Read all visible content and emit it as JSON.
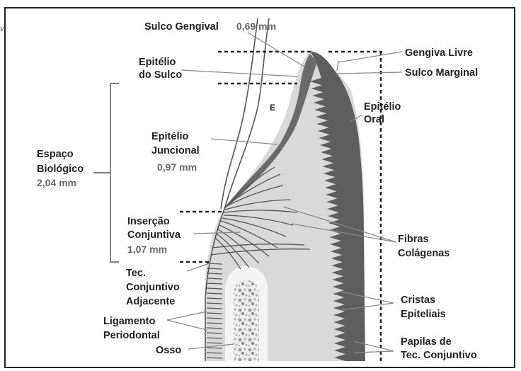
{
  "clipped_text": "v",
  "labels": {
    "sulco_gengival": "Sulco Gengival",
    "sulco_gengival_value": "0,69 mm",
    "epitelio_do_sulco_1": "Epitélio",
    "epitelio_do_sulco_2": "do Sulco",
    "gengiva_livre": "Gengiva Livre",
    "sulco_marginal": "Sulco Marginal",
    "e_marker": "E",
    "epitelio_oral_1": "Epitélio",
    "epitelio_oral_2": "Oral",
    "epitelio_juncional_1": "Epitélio",
    "epitelio_juncional_2": "Juncional",
    "epitelio_juncional_value": "0,97 mm",
    "espaco_biologico_1": "Espaço",
    "espaco_biologico_2": "Biológico",
    "espaco_biologico_value": "2,04 mm",
    "insercao_conjuntiva_1": "Inserção",
    "insercao_conjuntiva_2": "Conjuntiva",
    "insercao_conjuntiva_value": "1,07 mm",
    "fibras_colagenas_1": "Fibras",
    "fibras_colagenas_2": "Colágenas",
    "tec_conjuntivo_1": "Tec.",
    "tec_conjuntivo_2": "Conjuntivo",
    "tec_conjuntivo_3": "Adjacente",
    "cristas_epiteliais_1": "Cristas",
    "cristas_epiteliais_2": "Epiteliais",
    "ligamento_periodontal_1": "Ligamento",
    "ligamento_periodontal_2": "Periodontal",
    "osso": "Osso",
    "papilas_1": "Papilas de",
    "papilas_2": "Tec. Conjuntivo"
  },
  "colors": {
    "frame": "#222222",
    "connective_tissue": "#d9d9d9",
    "epithelium": "#5e5e5e",
    "bone": "#eeeeee",
    "label": "#222222",
    "measure": "#666666"
  }
}
